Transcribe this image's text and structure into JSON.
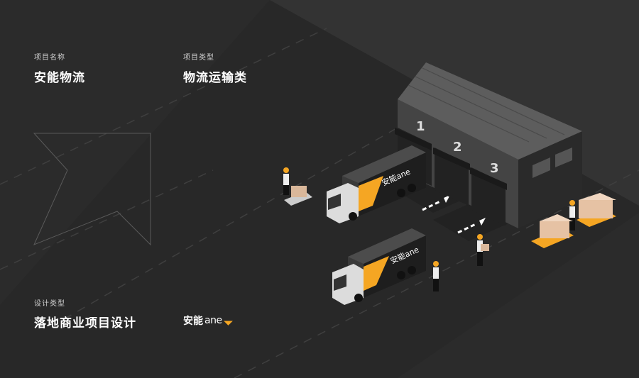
{
  "project_name": {
    "label": "项目名称",
    "value": "安能物流"
  },
  "project_type": {
    "label": "项目类型",
    "value": "物流运输类"
  },
  "design_type": {
    "label": "设计类型",
    "value": "落地商业项目设计"
  },
  "brand": {
    "cn": "安能",
    "latin": "ane"
  },
  "truck_brand_text": "安能ane",
  "warehouse_doors": [
    "1",
    "2",
    "3"
  ],
  "colors": {
    "background": "#2b2b2b",
    "accent": "#f5a623",
    "text": "#ffffff"
  }
}
